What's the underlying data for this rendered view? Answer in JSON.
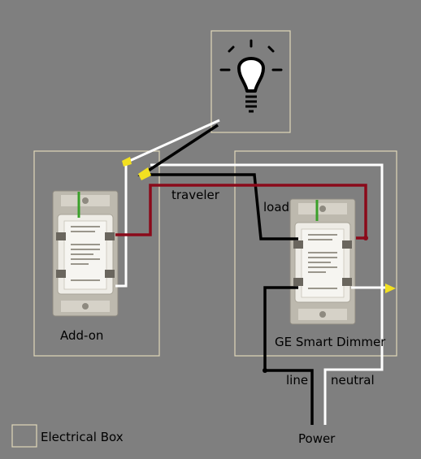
{
  "labels": {
    "traveler": "traveler",
    "load": "load",
    "addon": "Add-on",
    "dimmer": "GE Smart Dimmer",
    "line": "line",
    "neutral": "neutral",
    "power": "Power",
    "legend": "Electrical Box"
  },
  "colors": {
    "background": "#7f7f7f",
    "box_outline": "#e0d8b8",
    "wire_white": "#ffffff",
    "wire_black": "#000000",
    "wire_red": "#8b0a1a",
    "wire_ground": "#3aa02a",
    "wire_nut": "#f2e020",
    "switch_body": "#e8e6e0",
    "switch_strap": "#b8b4aa"
  },
  "icons": {
    "fixture": "light-bulb-icon",
    "addon_switch": "switch-icon",
    "dimmer_switch": "switch-icon"
  }
}
